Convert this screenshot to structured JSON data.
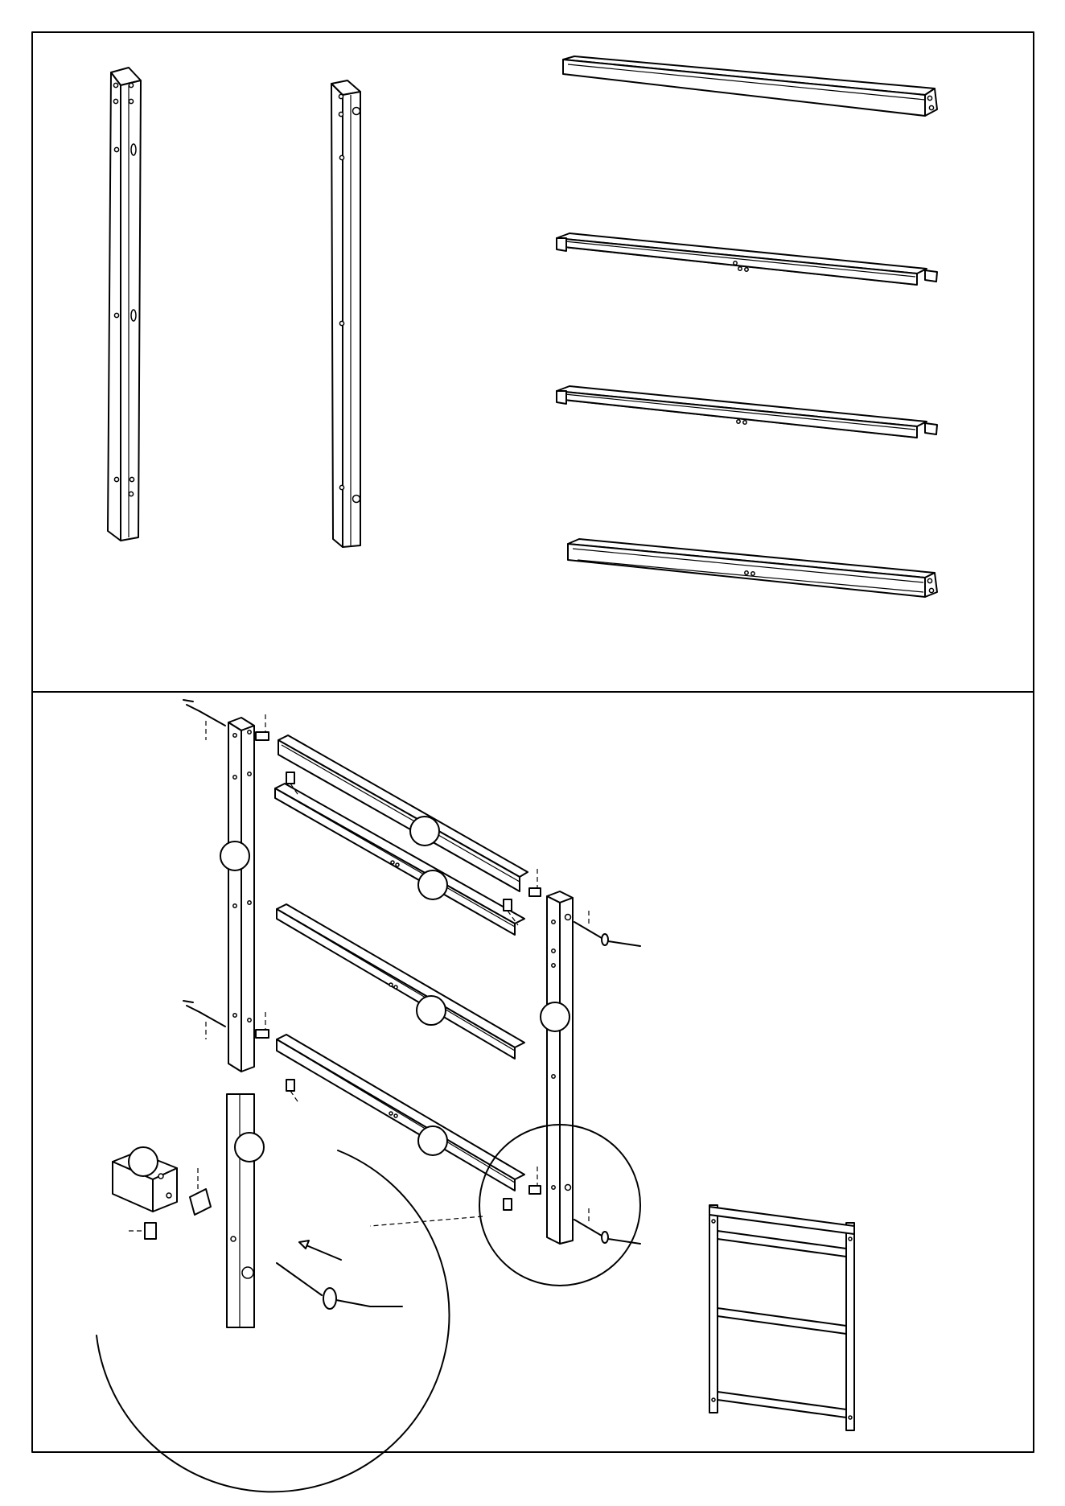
{
  "diagram": {
    "panels": [
      "parts-overview",
      "assembly-step"
    ],
    "parts": {
      "posts": [
        "left-post",
        "right-post"
      ],
      "rails": [
        "top-rail",
        "upper-middle-rail",
        "lower-middle-rail",
        "bottom-rail"
      ]
    },
    "assembly": {
      "badges": [
        "",
        "",
        "",
        "",
        "",
        ""
      ],
      "detail_badges": [
        "",
        ""
      ],
      "hardware": [
        "bolt",
        "dowel",
        "barrel-nut",
        "allen-key"
      ]
    },
    "colors": {
      "line": "#000000",
      "background": "#ffffff"
    }
  }
}
